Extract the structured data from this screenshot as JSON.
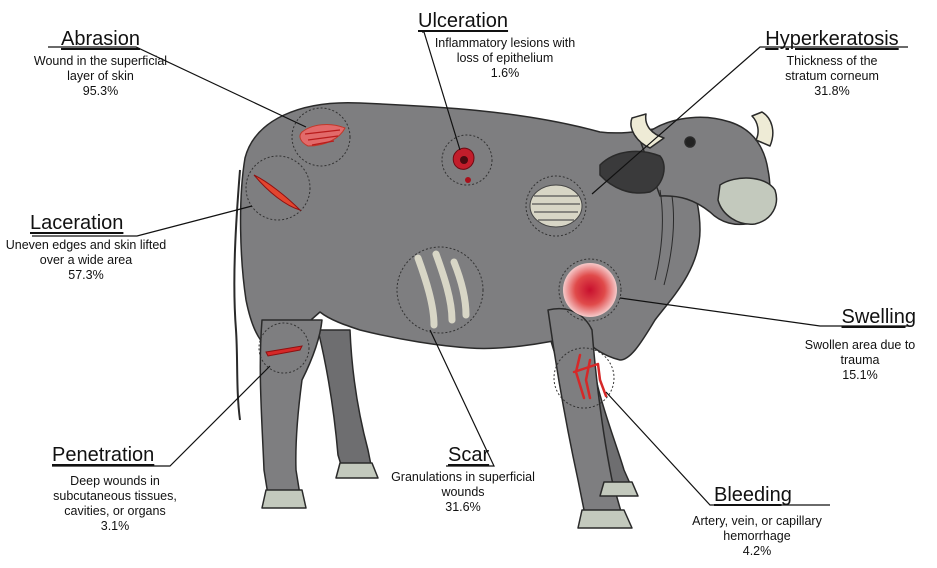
{
  "lesions": [
    {
      "id": "abrasion",
      "title": "Abrasion",
      "description": "Wound in the superficial layer of skin",
      "prevalence": "95.3%"
    },
    {
      "id": "ulceration",
      "title": "Ulceration",
      "description": "Inflammatory lesions with loss of epithelium",
      "prevalence": "1.6%"
    },
    {
      "id": "hyperkeratosis",
      "title": "Hyperkeratosis",
      "description": "Thickness of the stratum corneum",
      "prevalence": "31.8%"
    },
    {
      "id": "laceration",
      "title": "Laceration",
      "description": "Uneven edges and skin lifted over a wide area",
      "prevalence": "57.3%"
    },
    {
      "id": "swelling",
      "title": "Swelling",
      "description": "Swollen area due to trauma",
      "prevalence": "15.1%"
    },
    {
      "id": "penetration",
      "title": "Penetration",
      "description": "Deep wounds in subcutaneous tissues, cavities, or organs",
      "prevalence": "3.1%"
    },
    {
      "id": "scar",
      "title": "Scar",
      "description": "Granulations in superficial wounds",
      "prevalence": "31.6%"
    },
    {
      "id": "bleeding",
      "title": "Bleeding",
      "description": "Artery, vein, or capillary hemorrhage",
      "prevalence": "4.2%"
    }
  ],
  "colors": {
    "body": "#7e7e80",
    "body_dark": "#686869",
    "outline": "#2a2a2a",
    "wound_red": "#d62828",
    "wound_dark": "#8f1010",
    "scar_beige": "#d8d6c6",
    "horn": "#eeebd6",
    "muzzle": "#c3c9bd",
    "ear": "#3a3a3b"
  }
}
